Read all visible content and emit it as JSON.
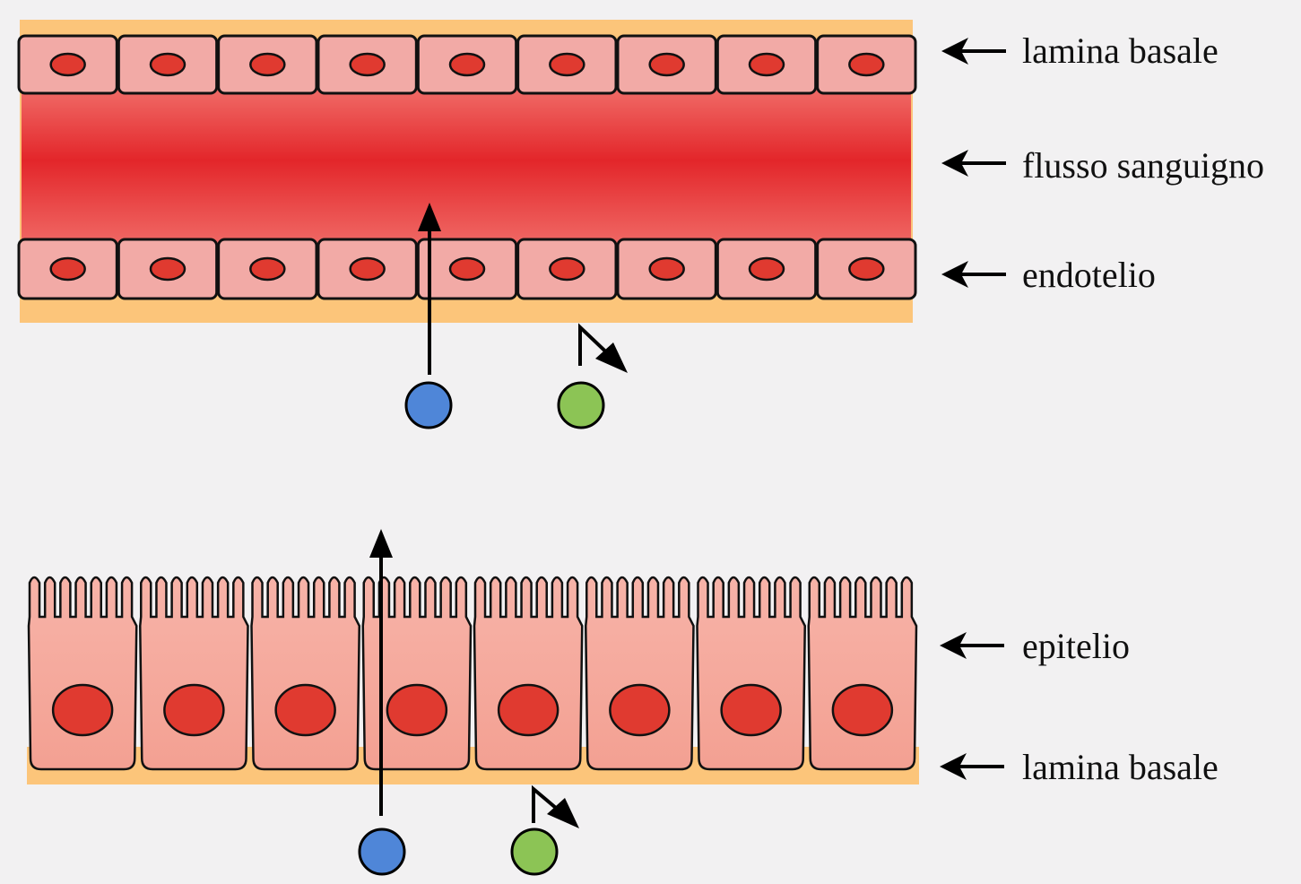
{
  "labels": {
    "top_lamina": "lamina basale",
    "blood_flow": "flusso sanguigno",
    "endothelium": "endotelio",
    "epithelium": "epitelio",
    "bottom_lamina": "lamina basale"
  },
  "colors": {
    "background": "#f2f1f2",
    "lamina": "#fcc57a",
    "blood": "#e3262a",
    "endothelial_cell": "#f2aaa6",
    "epithelial_cell": "#f5a89c",
    "nucleus": "#e03a30",
    "blue_molecule": "#4f86d8",
    "green_molecule": "#8cc455"
  },
  "endothelial_cells_per_row": 9,
  "epithelial_cells": 8
}
